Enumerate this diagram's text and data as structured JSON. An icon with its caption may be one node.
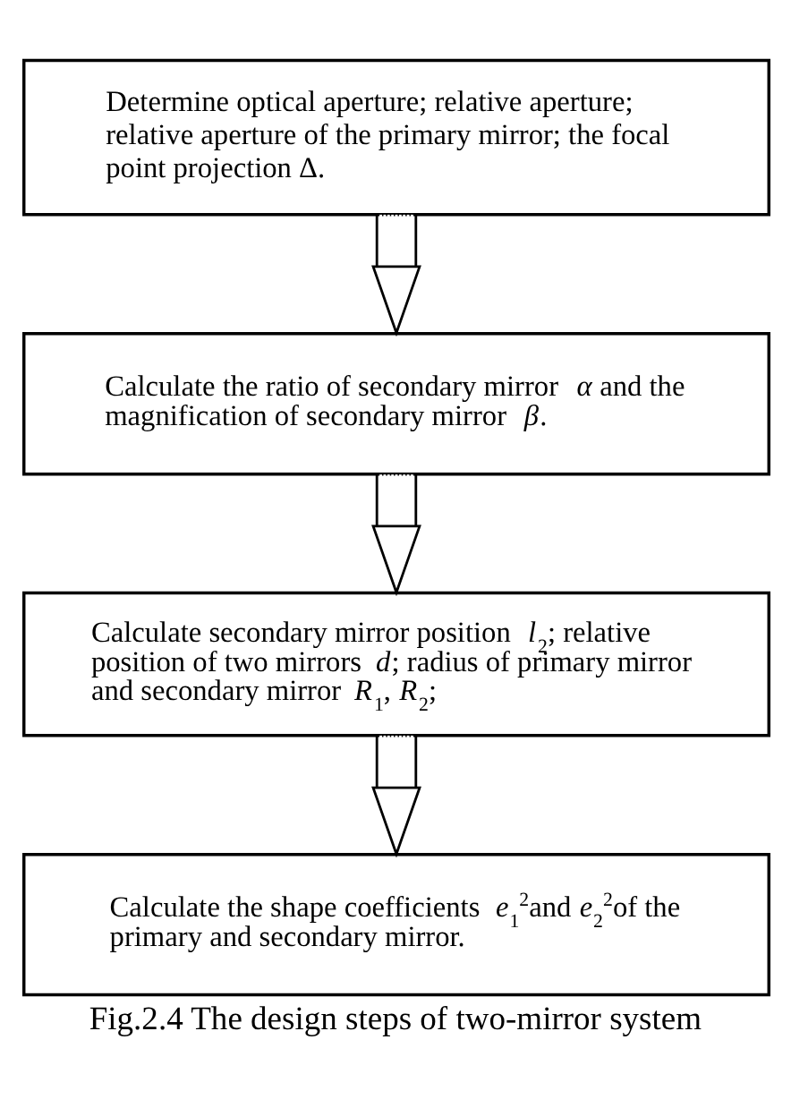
{
  "diagram": {
    "caption": "Fig.2.4 The design steps of two-mirror system",
    "nodes": [
      {
        "text": [
          "Determine optical aperture; relative aperture; relative aperture of the primary mirror; the focal point projection Δ."
        ]
      },
      {
        "text": [
          "Calculate the ratio of secondary mirror *α* and the magnification of secondary mirror *β*."
        ]
      },
      {
        "text": [
          "Calculate secondary mirror position *l*$_{2}$; relative position of two mirrors *d*; radius of primary mirror and secondary mirror *R*$_{1}$, *R*$_{2}$;"
        ]
      },
      {
        "text": [
          "Calculate the shape coefficients *e*$_{1}$$^{2}$and *e*$_{2}$$^{2}$of the primary and secondary mirror."
        ]
      }
    ],
    "edges": [
      {
        "from": 0,
        "to": 1,
        "arrow": "to"
      },
      {
        "from": 1,
        "to": 2,
        "arrow": "to"
      },
      {
        "from": 2,
        "to": 3,
        "arrow": "to"
      }
    ]
  }
}
